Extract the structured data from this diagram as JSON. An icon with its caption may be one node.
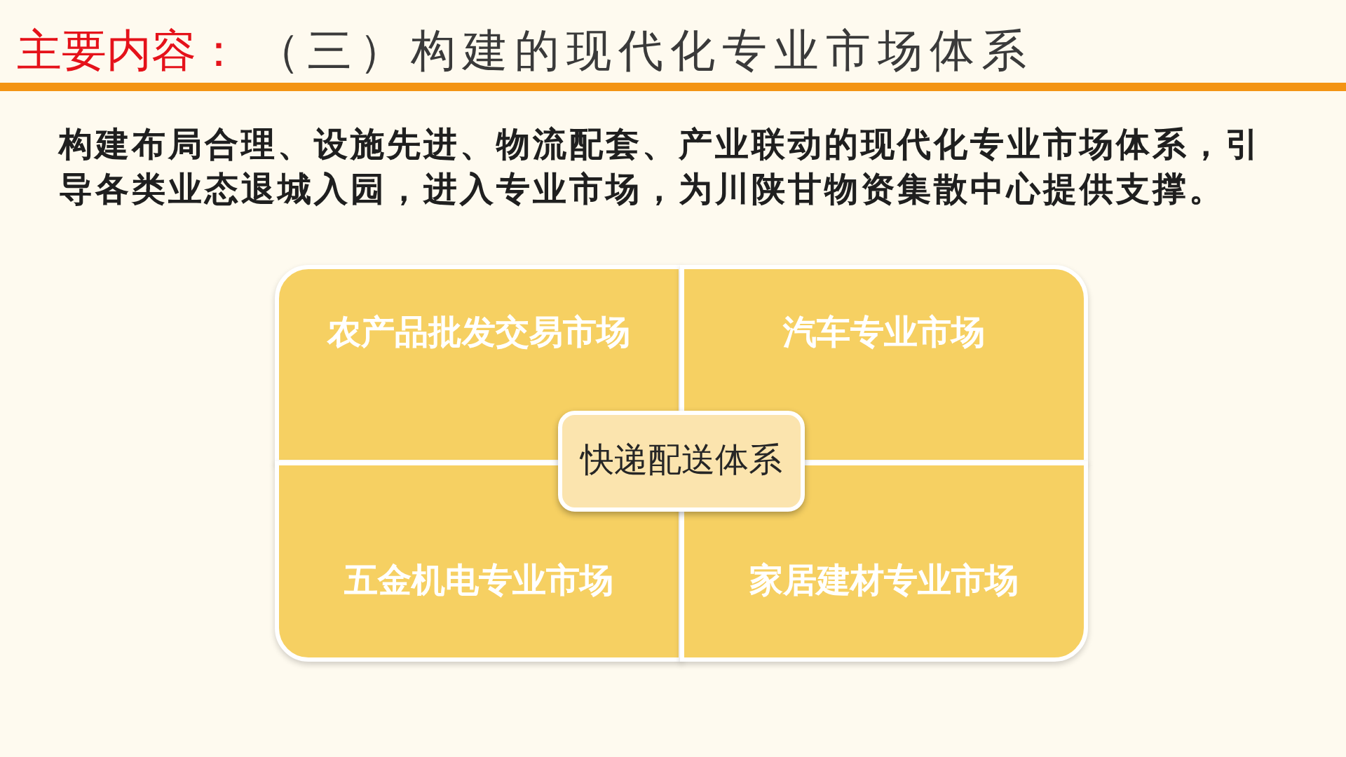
{
  "diagram": {
    "title": "（三）构建的现代化专业市场体系",
    "nodes": [
      {
        "text": [
          "农产品批发交易市场"
        ]
      },
      {
        "text": [
          "汽车专业市场"
        ]
      },
      {
        "text": [
          "快递配送体系"
        ]
      },
      {
        "text": [
          "五金机电专业市场"
        ]
      },
      {
        "text": [
          "家居建材专业市场"
        ]
      }
    ],
    "edges": [],
    "labels": [
      "主要内容：",
      "构建布局合理、设施先进、物流配套、产业联动的现代化专业市场体系，引导各类业态退城入园，进入专业市场，为川陕甘物资集散中心提供支撑。"
    ]
  }
}
